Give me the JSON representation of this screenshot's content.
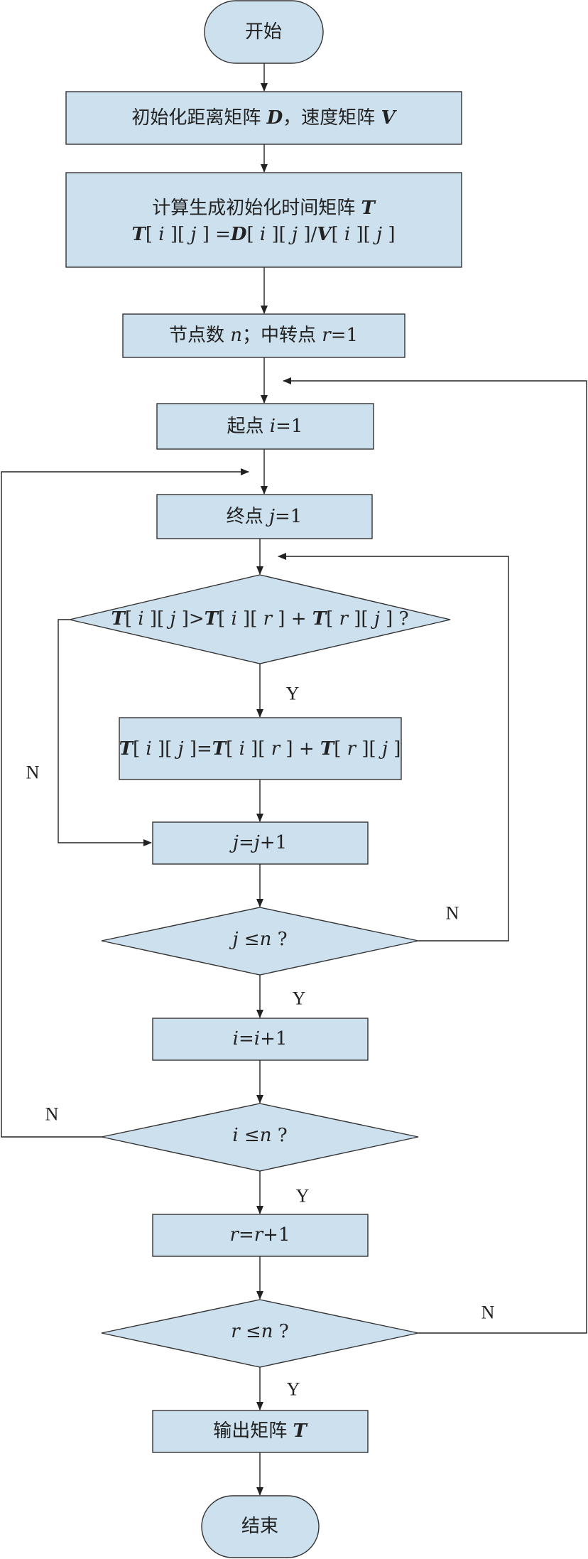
{
  "nodes": {
    "start": "开始",
    "init": {
      "a": "初始化距离矩阵 ",
      "b": "D",
      "c": "，速度矩阵 ",
      "d": "V"
    },
    "compute": {
      "line1a": "计算生成初始化时间矩阵 ",
      "line1b": "T",
      "formula": {
        "T1": "T",
        "s1": "[ ",
        "i1": "i",
        "s2": " ][ ",
        "j1": "j",
        "s3": " ] =",
        "D": "D",
        "s4": "[ ",
        "i2": "i",
        "s5": " ][ ",
        "j2": "j",
        "s6": " ]/",
        "V": "V",
        "s7": "[ ",
        "i3": "i",
        "s8": " ][ ",
        "j3": "j",
        "s9": " ]"
      }
    },
    "params": {
      "a": "节点数 ",
      "n": "n",
      "b": "；中转点 ",
      "r": "r",
      "c": "=1"
    },
    "set_i": {
      "a": "起点 ",
      "i": "i",
      "c": "=1"
    },
    "set_j": {
      "a": "终点 ",
      "j": "j",
      "c": "=1"
    },
    "cond_relax": {
      "T1": "T",
      "s1": "[ ",
      "i1": "i",
      "s2": " ][ ",
      "j1": "j",
      "s3": " ]>",
      "T2": "T",
      "s4": "[ ",
      "i2": "i",
      "s5": " ][ ",
      "r1": "r",
      "s6": " ] + ",
      "T3": "T",
      "s7": "[ ",
      "r2": "r",
      "s8": " ][ ",
      "j2": "j",
      "s9": " ] ?"
    },
    "relax": {
      "T1": "T",
      "s1": "[ ",
      "i1": "i",
      "s2": " ][ ",
      "j1": "j",
      "s3": " ]=",
      "T2": "T",
      "s4": "[ ",
      "i2": "i",
      "s5": " ][ ",
      "r1": "r",
      "s6": " ] + ",
      "T3": "T",
      "s7": "[ ",
      "r2": "r",
      "s8": " ][ ",
      "j2": "j",
      "s9": " ]"
    },
    "inc_j": {
      "a": "j",
      "b": "=",
      "c": "j",
      "d": "+1"
    },
    "cond_j": {
      "a": "j",
      "b": " ≤",
      "c": "n",
      "d": " ?"
    },
    "inc_i": {
      "a": "i",
      "b": "=",
      "c": "i",
      "d": "+1"
    },
    "cond_i": {
      "a": "i",
      "b": " ≤",
      "c": "n",
      "d": " ?"
    },
    "inc_r": {
      "a": "r",
      "b": "=",
      "c": "r",
      "d": "+1"
    },
    "cond_r": {
      "a": "r",
      "b": " ≤",
      "c": "n",
      "d": " ?"
    },
    "output": {
      "a": "输出矩阵 ",
      "b": "T"
    },
    "end": "结束"
  },
  "edge_labels": {
    "relax_yes": "Y",
    "relax_no": "N",
    "j_yes": "Y",
    "j_no": "N",
    "i_yes": "Y",
    "i_no": "N",
    "r_yes": "Y",
    "r_no": "N"
  },
  "colors": {
    "node_fill": "#cde0ee",
    "stroke": "#333333"
  }
}
